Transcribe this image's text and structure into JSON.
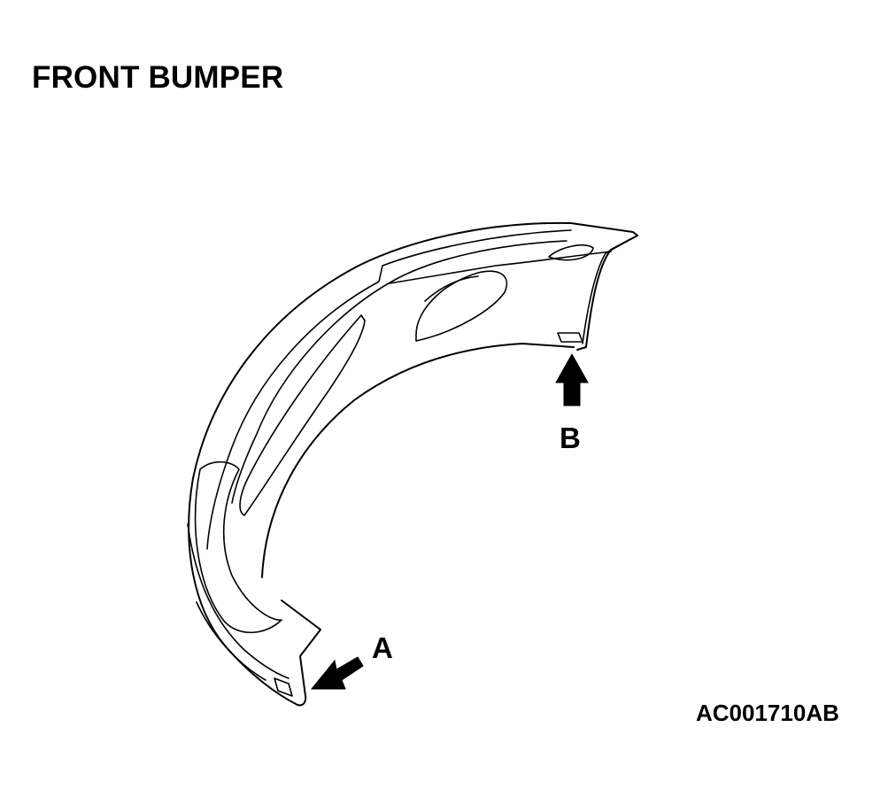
{
  "diagram": {
    "title": "FRONT BUMPER",
    "callouts": {
      "a": "A",
      "b": "B"
    },
    "figure_code": "AC001710AB"
  }
}
